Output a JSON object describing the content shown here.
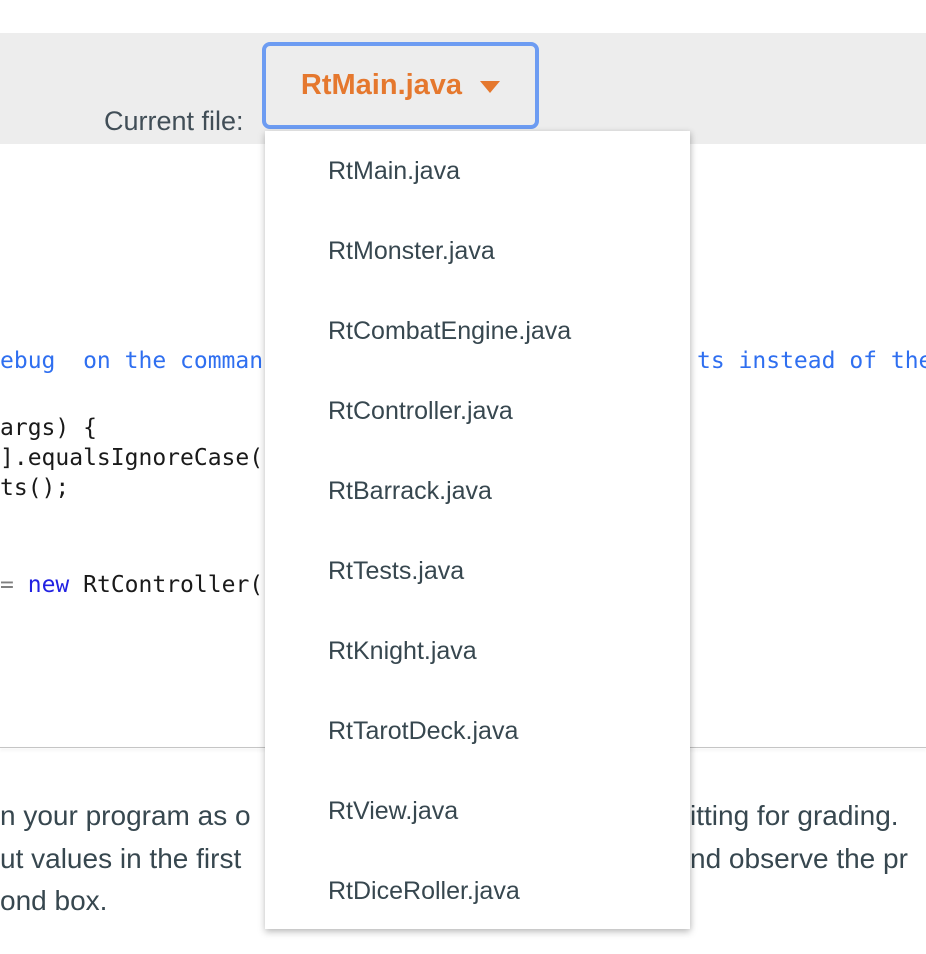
{
  "header": {
    "label": "Current file:",
    "selected_file": "RtMain.java"
  },
  "file_dropdown": {
    "items": [
      "RtMain.java",
      "RtMonster.java",
      "RtCombatEngine.java",
      "RtController.java",
      "RtBarrack.java",
      "RtTests.java",
      "RtKnight.java",
      "RtTarotDeck.java",
      "RtView.java",
      "RtDiceRoller.java"
    ]
  },
  "code_editor": {
    "comment_left": "ebug  on the comman",
    "comment_right": "ts instead of the",
    "line_args": "args) {",
    "line_equals": "].equalsIgnoreCase(",
    "line_ts": "ts();",
    "assign_eq": "=",
    "assign_keyword": "new",
    "assign_rest": "RtController("
  },
  "instructions": {
    "line1_left": "n your program as o",
    "line1_right": "itting for grading.",
    "line2_left": "ut values in the first",
    "line2_right": "nd observe the pr",
    "line3_left": "ond box."
  },
  "colors": {
    "accent_orange": "#e5782e",
    "focus_border_blue": "#6d9cf2",
    "comment_blue": "#2f6ff0",
    "keyword_blue": "#2222e2",
    "text_dark": "#37474f",
    "topbar_gray": "#ededed"
  }
}
